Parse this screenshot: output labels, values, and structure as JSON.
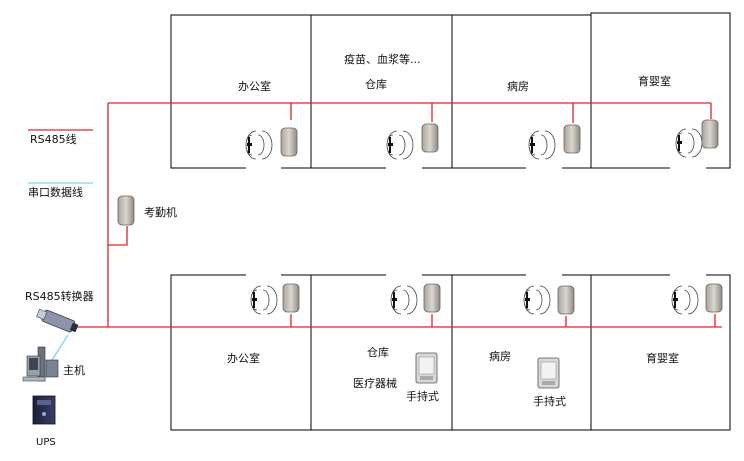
{
  "legend": {
    "rs485_line": "RS485线",
    "serial_line": "串口数据线"
  },
  "devices": {
    "attendance": "考勤机",
    "converter": "RS485转换器",
    "host": "主机",
    "ups": "UPS",
    "handheld": "手持式"
  },
  "top_rooms": [
    {
      "label": "办公室"
    },
    {
      "label": "仓库",
      "note": "疫苗、血浆等..."
    },
    {
      "label": "病房"
    },
    {
      "label": "育婴室"
    }
  ],
  "bottom_rooms": [
    {
      "label": "办公室"
    },
    {
      "label": "仓库",
      "note": "医疗器械"
    },
    {
      "label": "病房"
    },
    {
      "label": "育婴室"
    }
  ],
  "colors": {
    "bus": "#e0242c",
    "serial": "#7fd4f0",
    "wall": "#000000"
  }
}
